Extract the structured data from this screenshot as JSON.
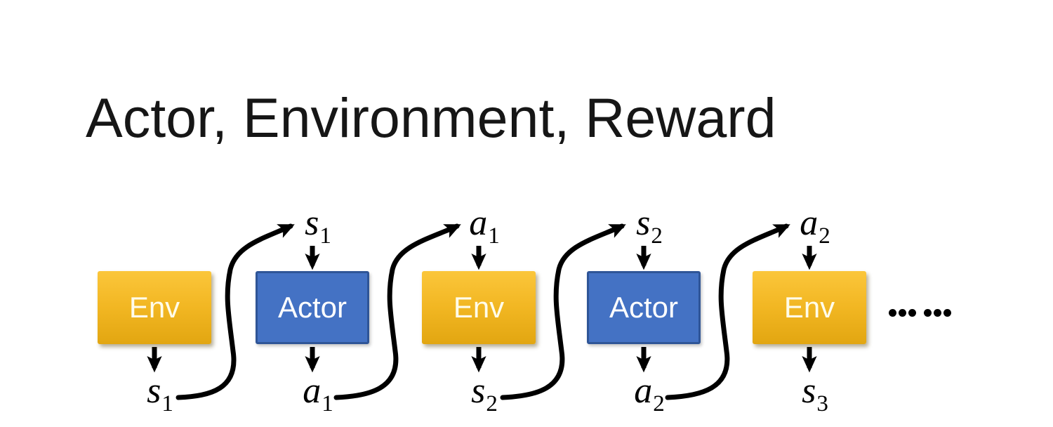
{
  "slide": {
    "title": "Actor, Environment, Reward"
  },
  "diagram": {
    "boxes": [
      {
        "label": "Env",
        "type": "env"
      },
      {
        "label": "Actor",
        "type": "actor"
      },
      {
        "label": "Env",
        "type": "env"
      },
      {
        "label": "Actor",
        "type": "actor"
      },
      {
        "label": "Env",
        "type": "env"
      }
    ],
    "top_labels": [
      {
        "base": "s",
        "sub": "1"
      },
      {
        "base": "a",
        "sub": "1"
      },
      {
        "base": "s",
        "sub": "2"
      },
      {
        "base": "a",
        "sub": "2"
      }
    ],
    "bottom_labels": [
      {
        "base": "s",
        "sub": "1"
      },
      {
        "base": "a",
        "sub": "1"
      },
      {
        "base": "s",
        "sub": "2"
      },
      {
        "base": "a",
        "sub": "2"
      },
      {
        "base": "s",
        "sub": "3"
      }
    ],
    "ellipsis_dots": 6,
    "colors": {
      "env_gradient_top": "#FBC63B",
      "env_gradient_bottom": "#E2A611",
      "actor_fill": "#4472C4",
      "actor_border": "#2F5597",
      "box_text": "#FFFFFF",
      "arrow": "#000000",
      "title_text": "#161616",
      "background": "#FFFFFF"
    }
  }
}
